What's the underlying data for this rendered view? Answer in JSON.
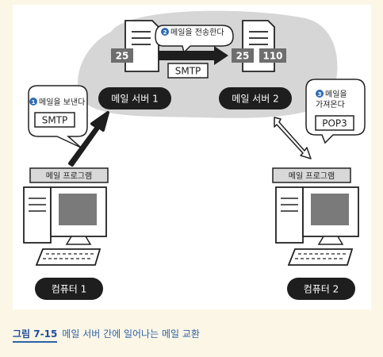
{
  "diagram": {
    "servers": [
      {
        "label": "메일 서버 1",
        "ports": [
          "25"
        ]
      },
      {
        "label": "메일 서버 2",
        "ports": [
          "25",
          "110"
        ]
      }
    ],
    "computers": [
      {
        "label": "컴퓨터 1",
        "program_label": "메일 프로그램"
      },
      {
        "label": "컴퓨터 2",
        "program_label": "메일 프로그램"
      }
    ],
    "steps": [
      {
        "number": "1",
        "lines": [
          "메일을 보낸다"
        ],
        "protocol": "SMTP"
      },
      {
        "number": "2",
        "lines": [
          "메일을 전송한다"
        ],
        "protocol": "SMTP"
      },
      {
        "number": "3",
        "lines": [
          "메일을",
          "가져온다"
        ],
        "protocol": "POP3"
      }
    ]
  },
  "caption": {
    "figure_number": "그림 7-15",
    "text": "메일 서버 간에 일어나는 메일 교환"
  },
  "colors": {
    "background": "#fbf6e6",
    "panel": "#ffffff",
    "cloud": "#d6d6d6",
    "pill": "#1e1e1e",
    "port_box": "#6e6e6e",
    "step_badge": "#2f6cb5",
    "caption": "#2f62a8"
  }
}
